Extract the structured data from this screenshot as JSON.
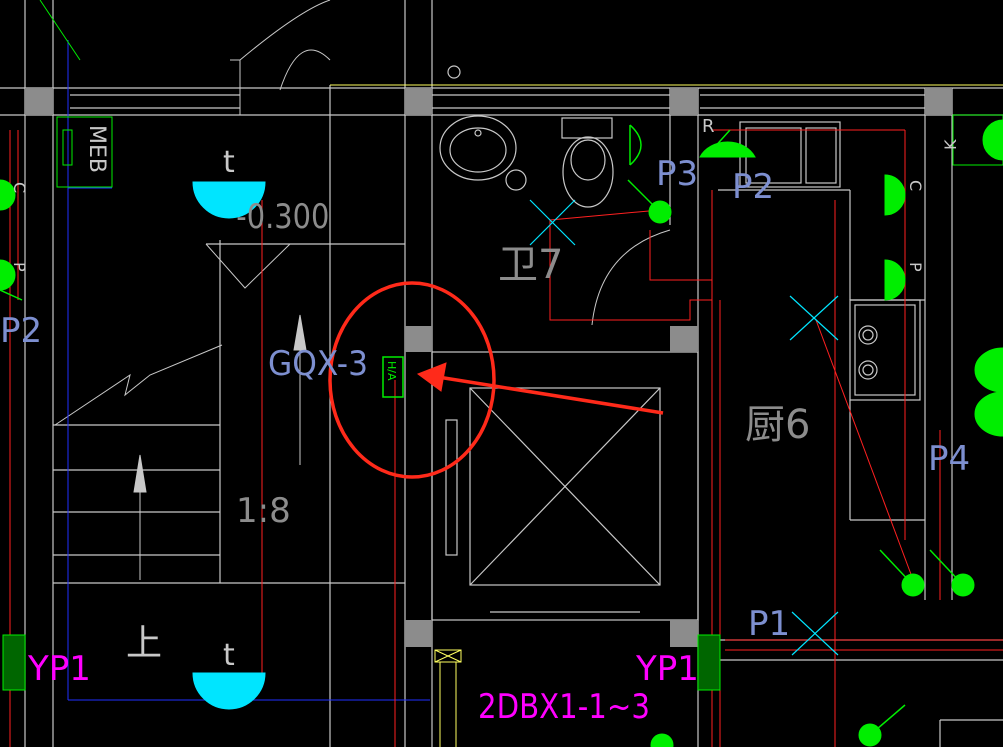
{
  "labels": {
    "meb": "MEB",
    "elevation": "-0.300",
    "gqx": "GQX-3",
    "ratio": "1:8",
    "up": "上",
    "wc": "卫7",
    "kitchen": "厨6",
    "dbx": "2DBX1-1~3",
    "yp1_left": "YP1",
    "yp1_right": "YP1",
    "p1": "P1",
    "p2_left": "P2",
    "p2": "P2",
    "p3": "P3",
    "p4": "P4",
    "t_top": "t",
    "t_bottom": "t",
    "r_mark": "R",
    "k_mark": "K",
    "c_left": "C",
    "p_left": "P",
    "c_right": "C",
    "p_right": "P",
    "ha": "H/A"
  },
  "colors": {
    "background": "#000000",
    "wall": "#c8c8c8",
    "column": "#8c8c8c",
    "red_line": "#ff2020",
    "annotation": "#ff2a1a",
    "cyan": "#00e5ff",
    "green": "#00ee00",
    "magenta": "#ff00ff",
    "blue": "#2030ff",
    "yellow": "#ffff60",
    "text_blue": "#7d8fd0"
  }
}
